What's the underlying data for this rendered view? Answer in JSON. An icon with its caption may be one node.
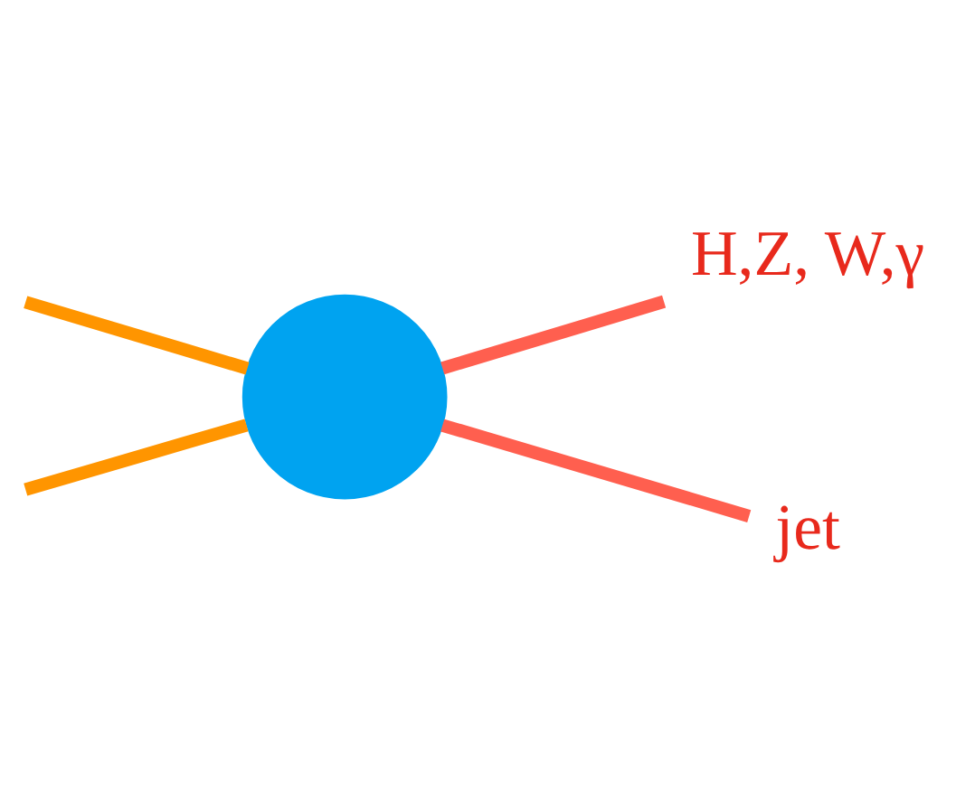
{
  "diagram": {
    "nodes": [
      {
        "text": [],
        "shape": "circle"
      },
      {
        "text": [
          "H,Z, W,γ"
        ]
      },
      {
        "text": [
          "jet"
        ]
      }
    ],
    "edges": [
      {
        "from": null,
        "to": 0,
        "arrow": "none",
        "color": "#ff9500"
      },
      {
        "from": null,
        "to": 0,
        "arrow": "none",
        "color": "#ff9500"
      },
      {
        "from": 0,
        "to": 1,
        "arrow": "none",
        "color": "#ff5f4f"
      },
      {
        "from": 0,
        "to": 2,
        "arrow": "none",
        "color": "#ff5f4f"
      }
    ]
  }
}
